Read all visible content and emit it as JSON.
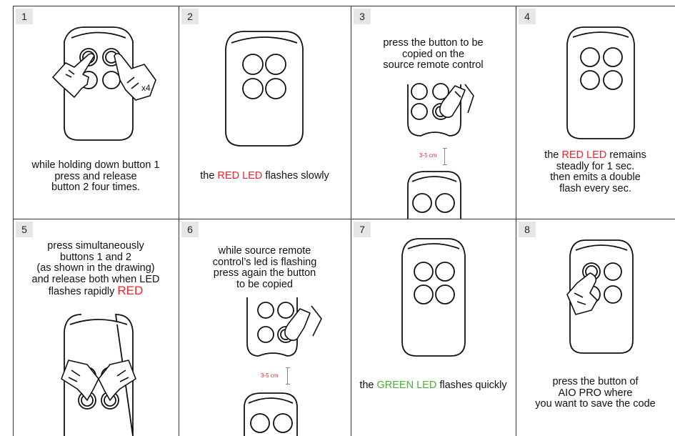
{
  "steps": [
    {
      "num": "1",
      "lines": [
        "while holding down button 1",
        "press and release",
        "button 2  four times."
      ],
      "badge": "x4"
    },
    {
      "num": "2",
      "pre": "the ",
      "hl": "RED LED",
      "post": " flashes slowly"
    },
    {
      "num": "3",
      "lines": [
        "press the button to be",
        "copied on the",
        "source remote control"
      ],
      "distance": "3-5  cm"
    },
    {
      "num": "4",
      "l1pre": "the ",
      "l1hl": "RED LED",
      "l1post": " remains",
      "lines": [
        "steadly for 1 sec.",
        "then emits a double",
        "flash every sec."
      ]
    },
    {
      "num": "5",
      "lines": [
        "press simultaneously",
        "buttons 1 and 2",
        "(as shown in the drawing)",
        "and release both when LED",
        "flashes rapidly "
      ],
      "hl": "RED"
    },
    {
      "num": "6",
      "lines": [
        "while source remote",
        "control’s led is flashing",
        "press again the button",
        "to be copied"
      ],
      "distance": "3-5  cm"
    },
    {
      "num": "7",
      "pre": "the ",
      "hl": "GREEN LED",
      "post": " flashes quickly"
    },
    {
      "num": "8",
      "lines": [
        "press the button of",
        "AIO PRO where",
        "you want to save the code"
      ]
    }
  ],
  "colors": {
    "red": "#e8262d",
    "green": "#4caf3a"
  },
  "icons": [
    "remote-control-icon",
    "pointing-hand-icon"
  ]
}
